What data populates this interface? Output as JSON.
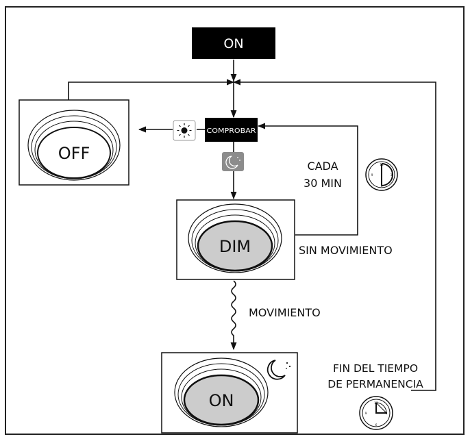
{
  "top_state": {
    "label": "ON"
  },
  "check_box": {
    "label": "COMPROBAR"
  },
  "off_lamp": {
    "label": "OFF"
  },
  "dim_lamp": {
    "label": "DIM"
  },
  "on_lamp": {
    "label": "ON"
  },
  "interval_label": {
    "line1": "CADA",
    "line2": "30 MIN"
  },
  "no_motion_label": "SIN MOVIMIENTO",
  "motion_label": "MOVIMIENTO",
  "dwell_label": {
    "line1": "FIN DEL TIEMPO",
    "line2": "DE PERMANENCIA"
  },
  "icons": {
    "daylight": "sun-icon",
    "night": "moon-icon",
    "night_large": "moon-stars-icon",
    "timer_interval": "clock-icon",
    "timer_dwell": "clock-icon"
  },
  "colors": {
    "black": "#000000",
    "lamp_fill": "#cccccc",
    "moon_badge": "#8c8c8c",
    "line": "#111111"
  }
}
